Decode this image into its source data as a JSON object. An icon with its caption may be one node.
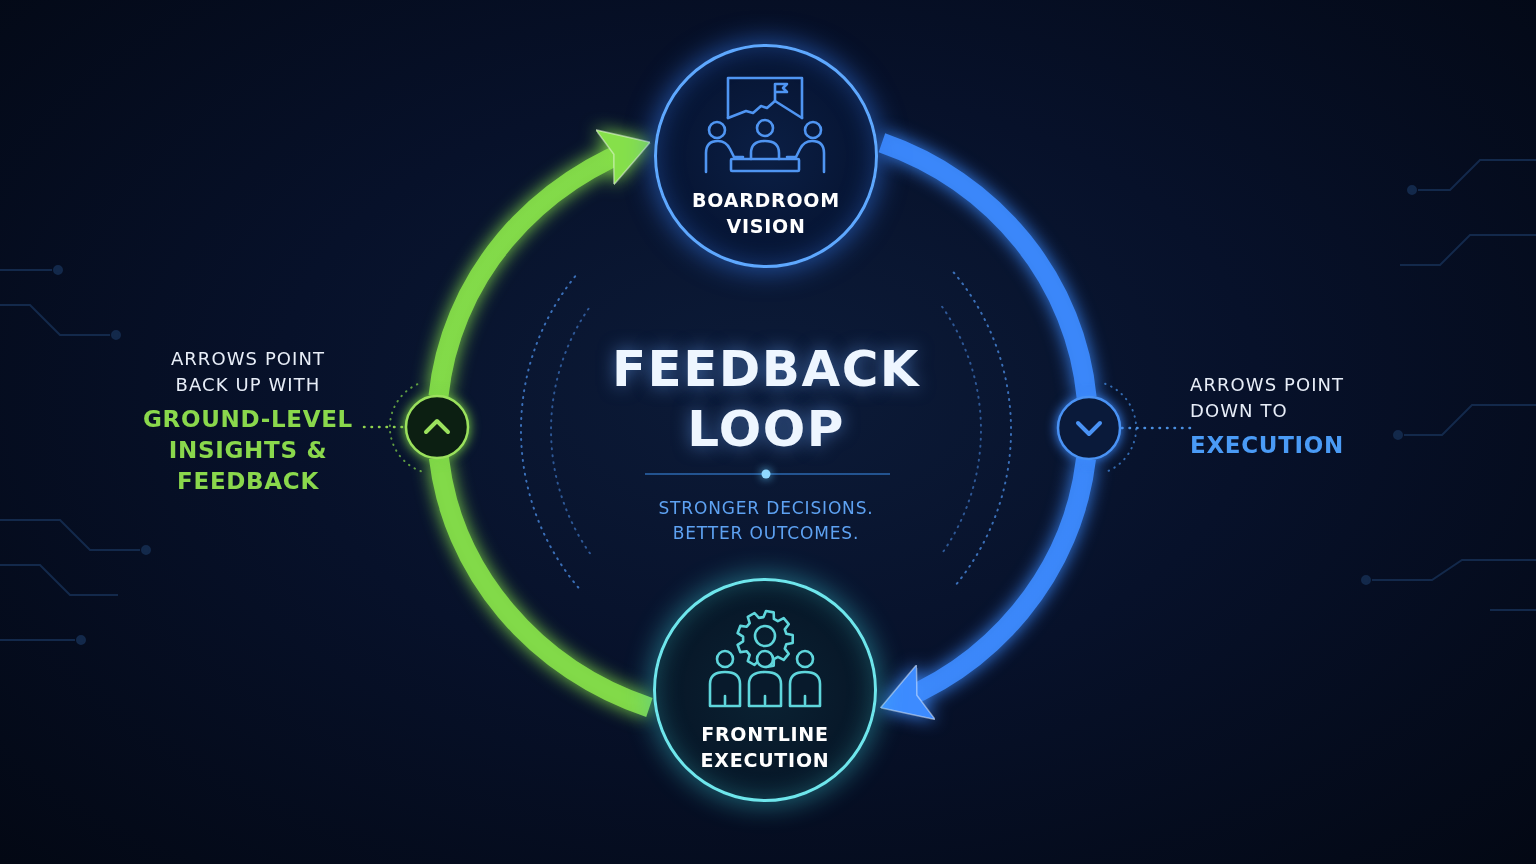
{
  "diagram": {
    "title": "FEEDBACK LOOP",
    "nodes": [
      {
        "text": [
          "BOARDROOM VISION"
        ]
      },
      {
        "text": [
          "ARROWS POINT BACK UP WITH",
          "GROUND-LEVEL INSIGHTS & FEEDBACK"
        ]
      },
      {
        "text": [],
        "shape": "circle"
      },
      {
        "text": [
          "ARROWS POINT DOWN TO",
          "EXECUTION"
        ]
      },
      {
        "text": [],
        "shape": "circle"
      },
      {
        "text": [
          "FRONTLINE EXECUTION"
        ]
      }
    ],
    "edges": [
      {
        "from": 0,
        "to": 4,
        "arrow": "none",
        "style": "thick",
        "color": "#3d8bff"
      },
      {
        "from": 4,
        "to": 5,
        "arrow": "to",
        "style": "thick",
        "color": "#3d8bff"
      },
      {
        "from": 5,
        "to": 2,
        "arrow": "none",
        "style": "thick",
        "color": "#86e04a"
      },
      {
        "from": 2,
        "to": 0,
        "arrow": "to",
        "style": "thick",
        "color": "#86e04a"
      },
      {
        "from": 1,
        "to": 2,
        "arrow": "none",
        "style": "dashed",
        "color": "#8fd14f"
      },
      {
        "from": 3,
        "to": 4,
        "arrow": "none",
        "style": "dashed",
        "color": "#4a8fe0"
      }
    ],
    "labels": [
      "STRONGER DECISIONS. BETTER OUTCOMES."
    ]
  }
}
